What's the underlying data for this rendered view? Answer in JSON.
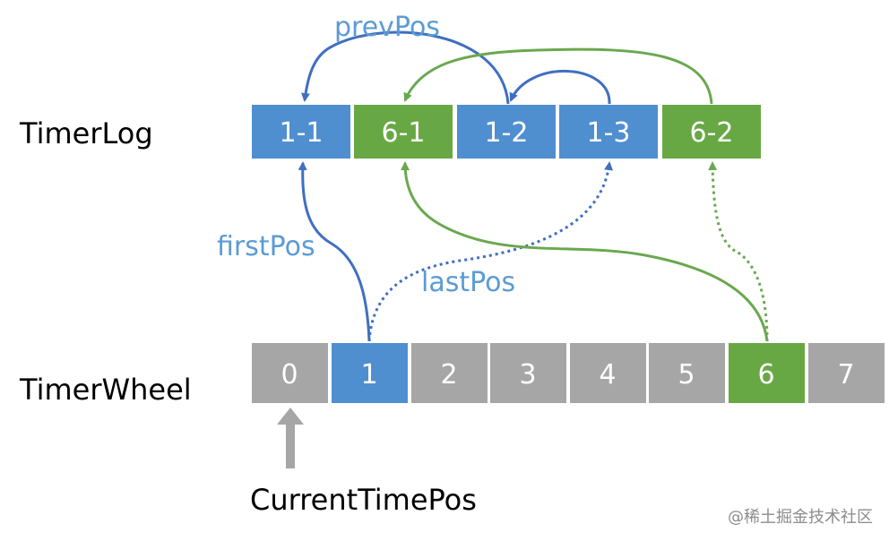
{
  "colors": {
    "blue": "#4f8fd0",
    "green": "#68a844",
    "gray": "#a6a6a6",
    "arrow_blue": "#3f6fc0",
    "arrow_green": "#6aa84f",
    "label_blue": "#5b9bd5"
  },
  "labels": {
    "timer_log": "TimerLog",
    "timer_wheel": "TimerWheel",
    "current_time_pos": "CurrentTimePos",
    "prev_pos": "prevPos",
    "first_pos": "firstPos",
    "last_pos": "lastPos"
  },
  "timer_log": {
    "cells": [
      {
        "label": "1-1",
        "color": "blue"
      },
      {
        "label": "6-1",
        "color": "green"
      },
      {
        "label": "1-2",
        "color": "blue"
      },
      {
        "label": "1-3",
        "color": "blue"
      },
      {
        "label": "6-2",
        "color": "green"
      }
    ]
  },
  "timer_wheel": {
    "slots": [
      {
        "label": "0",
        "color": "gray"
      },
      {
        "label": "1",
        "color": "blue"
      },
      {
        "label": "2",
        "color": "gray"
      },
      {
        "label": "3",
        "color": "gray"
      },
      {
        "label": "4",
        "color": "gray"
      },
      {
        "label": "5",
        "color": "gray"
      },
      {
        "label": "6",
        "color": "green"
      },
      {
        "label": "7",
        "color": "gray"
      }
    ]
  },
  "watermark": "@稀土掘金技术社区"
}
